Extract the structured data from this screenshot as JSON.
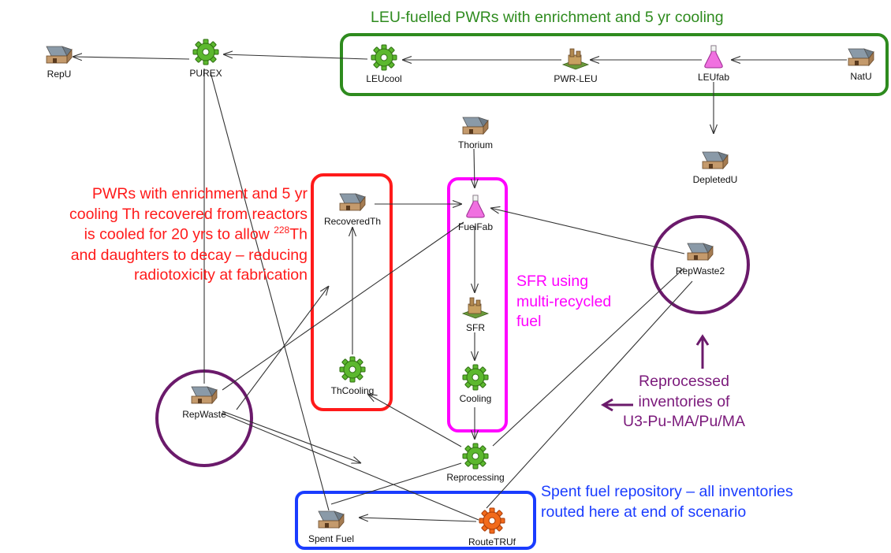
{
  "nodes": {
    "repu": {
      "label": "RepU",
      "icon": "facility-icon"
    },
    "purex": {
      "label": "PUREX",
      "icon": "gear-icon"
    },
    "leucool": {
      "label": "LEUcool",
      "icon": "gear-icon"
    },
    "pwr_leu": {
      "label": "PWR-LEU",
      "icon": "reactor-icon"
    },
    "leufab": {
      "label": "LEUfab",
      "icon": "flask-icon"
    },
    "natu": {
      "label": "NatU",
      "icon": "facility-icon"
    },
    "thorium": {
      "label": "Thorium",
      "icon": "facility-icon"
    },
    "depletedu": {
      "label": "DepletedU",
      "icon": "facility-icon"
    },
    "recoveredth": {
      "label": "RecoveredTh",
      "icon": "facility-icon"
    },
    "fuelfab": {
      "label": "FuelFab",
      "icon": "flask-icon"
    },
    "repwaste2": {
      "label": "RepWaste2",
      "icon": "facility-icon"
    },
    "sfr": {
      "label": "SFR",
      "icon": "reactor-icon"
    },
    "thcooling": {
      "label": "ThCooling",
      "icon": "gear-icon"
    },
    "cooling": {
      "label": "Cooling",
      "icon": "gear-icon"
    },
    "repwaste": {
      "label": "RepWaste",
      "icon": "facility-icon"
    },
    "reprocessing": {
      "label": "Reprocessing",
      "icon": "gear-icon"
    },
    "spentfuel": {
      "label": "Spent Fuel",
      "icon": "facility-icon"
    },
    "routetruf": {
      "label": "RouteTRUf",
      "icon": "gear-orange-icon"
    }
  },
  "annotations": {
    "leu_group": "LEU-fuelled PWRs with enrichment and 5 yr cooling",
    "th_group": {
      "line1": "PWRs with enrichment and 5 yr",
      "line2": "cooling Th recovered from reactors",
      "line3a": "is cooled for 20 yrs to allow ",
      "line3sup": "228",
      "line3b": "Th",
      "line4": "and daughters to decay – reducing",
      "line5": "radiotoxicity at fabrication"
    },
    "sfr_group": {
      "line1": "SFR using",
      "line2": "multi-recycled",
      "line3": "fuel"
    },
    "reprocessed": {
      "line1": "Reprocessed",
      "line2": "inventories of",
      "line3": "U3-Pu-MA/Pu/MA"
    },
    "repository": {
      "line1": "Spent fuel repository – all inventories",
      "line2": "routed here at end of scenario"
    }
  },
  "colors": {
    "leu_group": "#2e8b1e",
    "th_group": "#ff1a1a",
    "sfr_group": "#ff00ff",
    "reprocessed": "#7b1a7b",
    "repository": "#1a3cff"
  }
}
